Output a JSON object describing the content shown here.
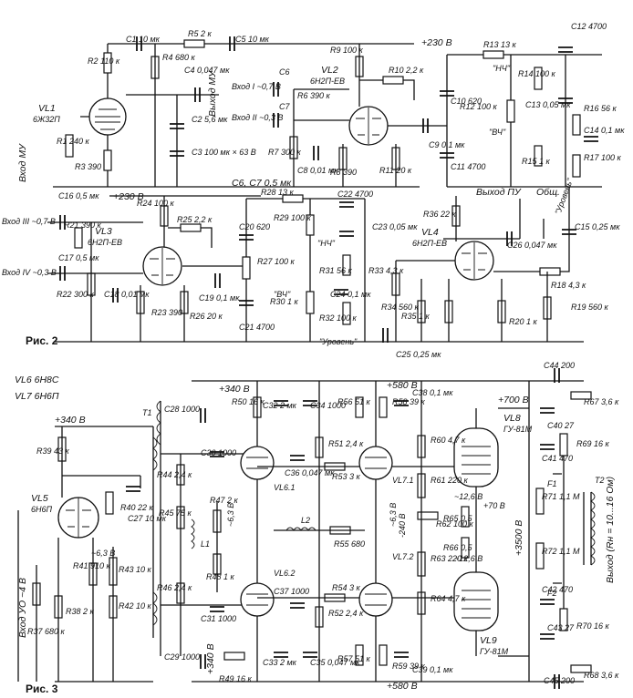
{
  "figures": [
    {
      "id": "fig2",
      "caption": "Рис. 2",
      "tubes": [
        "VL1",
        "VL2",
        "VL3",
        "VL4"
      ],
      "tube_types": [
        "6Ж32П",
        "6Н2П-ЕВ",
        "6Н2П-ЕВ",
        "6Н2П-ЕВ"
      ],
      "rail_labels": [
        "+230 В",
        "+230 В"
      ],
      "io_labels": [
        "Вход МУ",
        "Выход МУ",
        "Вход I ~0,7 В",
        "Вход II ~0,3 В",
        "Вход III ~0,7 В",
        "Вход IV ~0,3 В",
        "Выход ПУ",
        "Общ.",
        "\"Уровень\"",
        "\"НЧ\"",
        "\"ВЧ\""
      ],
      "note": "C6, C7 0,5 мк",
      "components": [
        "C1 10 мк",
        "R5 2 к",
        "C5 10 мк",
        "C4 0,047 мк",
        "R4 680 к",
        "R2 110 к",
        "R1 240 к",
        "R3 390",
        "C2 5,6 мк",
        "C3 100 мк × 63 В",
        "C6",
        "R6 390 к",
        "C7",
        "R7 300 к",
        "R9 100 к",
        "R10 2,2 к",
        "C8 0,01 мк",
        "R8 390",
        "R11 20 к",
        "C9 0,1 мк",
        "C10 620",
        "R12 100 к",
        "C11 4700",
        "R13 13 к",
        "R14 100 к",
        "C12 4700",
        "C13 0,05 мк",
        "R15 1 к",
        "R16 56 к",
        "C14 0,1 мк",
        "R17 100 к",
        "C15 0,25 мк",
        "R18 4,3 к",
        "R19 560 к",
        "C16 0,5 мк",
        "C17 0,5 мк",
        "R21 390 к",
        "R22 300 к",
        "C18 0,01 мк",
        "R23 390",
        "R24 100 к",
        "R25 2,2 к",
        "R26 20 к",
        "C19 0,1 мк",
        "C20 620",
        "R27 100 к",
        "C21 4700",
        "R28 13 к",
        "R29 100 к",
        "C22 4700",
        "C23 0,05 мк",
        "R30 1 к",
        "R31 56 к",
        "C24 0,1 мк",
        "R32 100 к",
        "R33 4,3 к",
        "R34 560 к",
        "R35 1 к",
        "C25 0,25 мк",
        "R36 22 к",
        "C26 0,047 мк",
        "R20 1 к"
      ]
    },
    {
      "id": "fig3",
      "caption": "Рис. 3",
      "legend": [
        "VL6 6Н8С",
        "VL7 6Н6П"
      ],
      "tubes": [
        "VL5",
        "VL6.1",
        "VL6.2",
        "VL7.1",
        "VL7.2",
        "VL8",
        "VL9"
      ],
      "tube_types": [
        "6Н6П",
        "",
        "",
        "",
        "",
        "ГУ-81М",
        "ГУ-81М"
      ],
      "rail_labels": [
        "+340 В",
        "+340 В",
        "+580 В",
        "+700 В",
        "+580 В",
        "+340 В",
        "+3500 В",
        "-240 В"
      ],
      "io_labels": [
        "Вход УО ~4 В",
        "Выход (Rн = 10...16 Ом)"
      ],
      "components": [
        "R39 43 к",
        "R40 22 к",
        "C27 10 мк",
        "R41 910 к",
        "R43 10 к",
        "R42 10 к",
        "R37 680 к",
        "R38 2 к",
        "T1",
        "C28 1000",
        "C29 1000",
        "R44 2,4 к",
        "R45 75 к",
        "R46 2,4 к",
        "R47 2 к",
        "L1",
        "R48 1 к",
        "C30 1000",
        "C31 1000",
        "R49 16 к",
        "R50 16 к",
        "C32 2 мк",
        "C33 2 мк",
        "C34 1000",
        "C35 0,047 мк",
        "C36 0,047 мк",
        "C37 1000",
        "R51 2,4 к",
        "R52 2,4 к",
        "R53 3 к",
        "R54 3 к",
        "L2",
        "R55 680",
        "R56 51 к",
        "R57 51 к",
        "R58 39 к",
        "R59 39 к",
        "C38 0,1 мк",
        "C39 0,1 мк",
        "R60 4,7 к",
        "R61 220 к",
        "R62 100 к",
        "R63 220 к",
        "R64 4,7 к",
        "R65 0,5",
        "R66 0,5",
        "C40 27",
        "C41 470",
        "C42 470",
        "C43 27",
        "C44 200",
        "C45 200",
        "R67 3,6 к",
        "R68 3,6 к",
        "R69 16 к",
        "R70 16 к",
        "R71 1,1 М",
        "R72 1,1 М",
        "F1",
        "F2",
        "T2"
      ]
    }
  ],
  "heater_labels": [
    "~6,3 В",
    "~12,6 В",
    "+70 В"
  ]
}
